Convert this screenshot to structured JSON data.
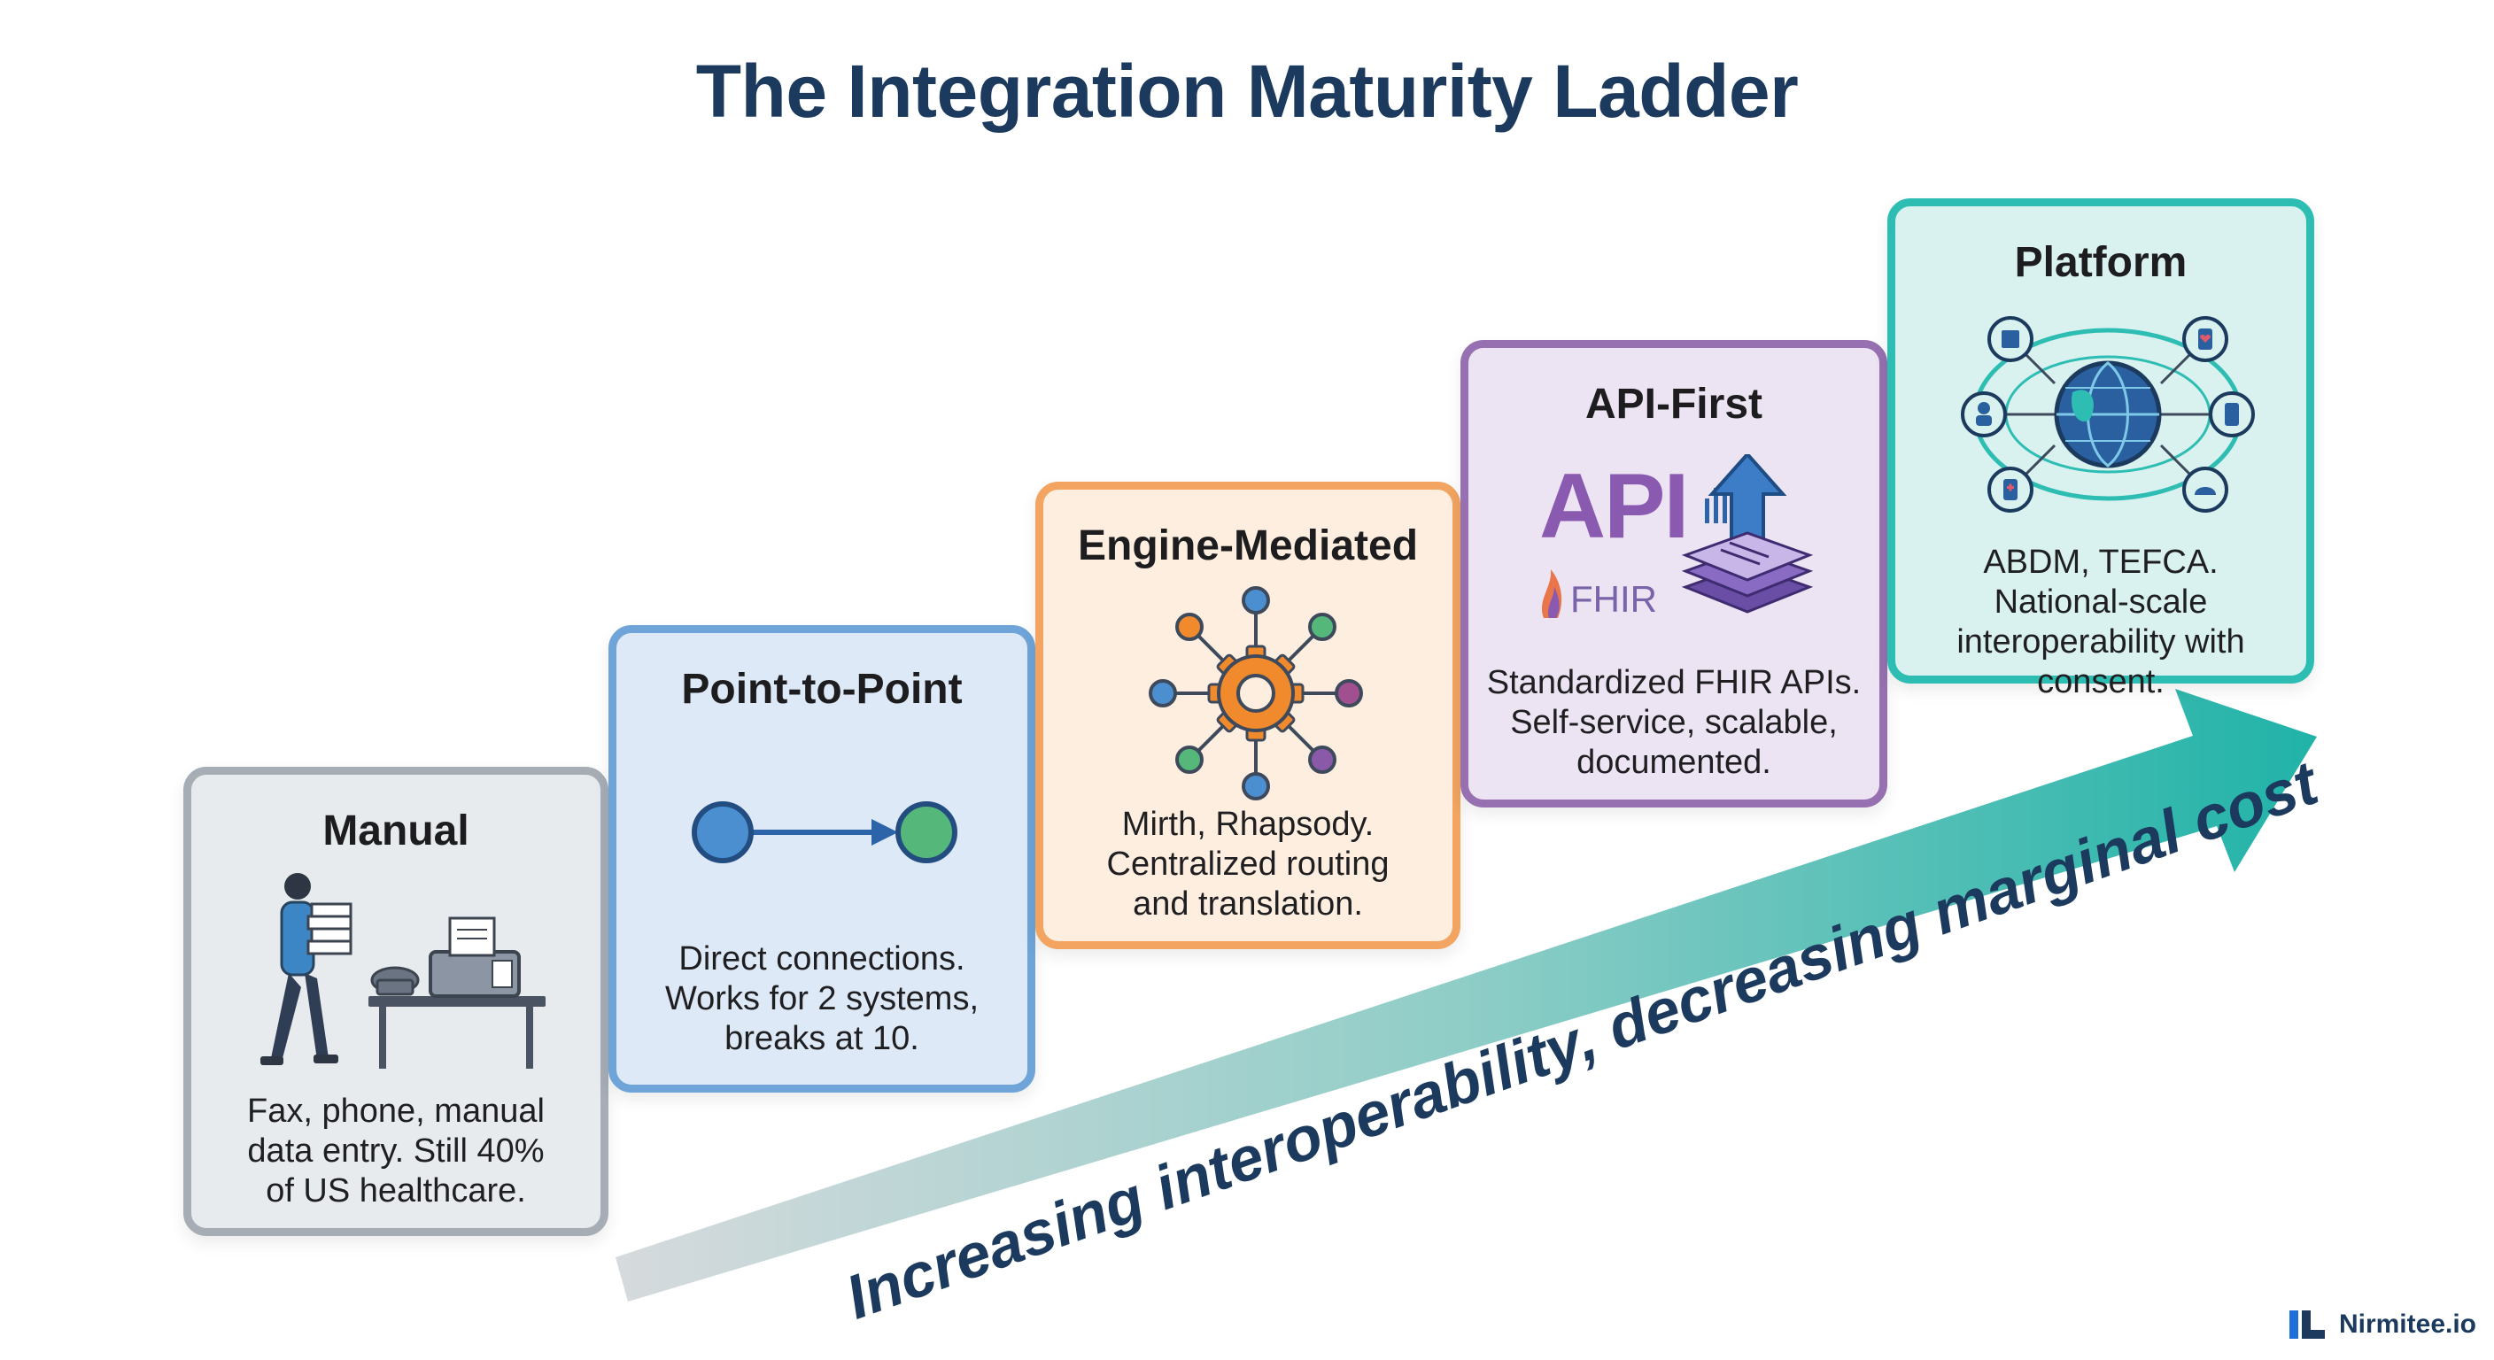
{
  "title": "The Integration Maturity Ladder",
  "steps": [
    {
      "name": "Manual",
      "description": "Fax, phone, manual\ndata entry. Still 40%\nof US healthcare.",
      "icon": "person-carrying-papers-fax-icon"
    },
    {
      "name": "Point-to-Point",
      "description": "Direct connections.\nWorks for 2 systems,\nbreaks at 10.",
      "icon": "direct-connection-icon"
    },
    {
      "name": "Engine-Mediated",
      "description": "Mirth, Rhapsody.\nCentralized routing\nand translation.",
      "icon": "gear-hub-icon"
    },
    {
      "name": "API-First",
      "description": "Standardized FHIR APIs.\nSelf-service, scalable,\ndocumented.",
      "icon": "api-fhir-icon",
      "icon_text": "API",
      "icon_subtext": "FHIR"
    },
    {
      "name": "Platform",
      "description": "ABDM, TEFCA.\nNational-scale\ninteroperability with\nconsent.",
      "icon": "globe-network-icon"
    }
  ],
  "arrow_label": "Increasing interoperability, decreasing marginal cost",
  "brand": "Nirmitee.io",
  "colors": {
    "title": "#1b3a5e",
    "manual": "#a6adb5",
    "point_to_point": "#6fa4d8",
    "engine": "#f2a460",
    "api": "#9670b0",
    "platform": "#2ebdb2"
  }
}
